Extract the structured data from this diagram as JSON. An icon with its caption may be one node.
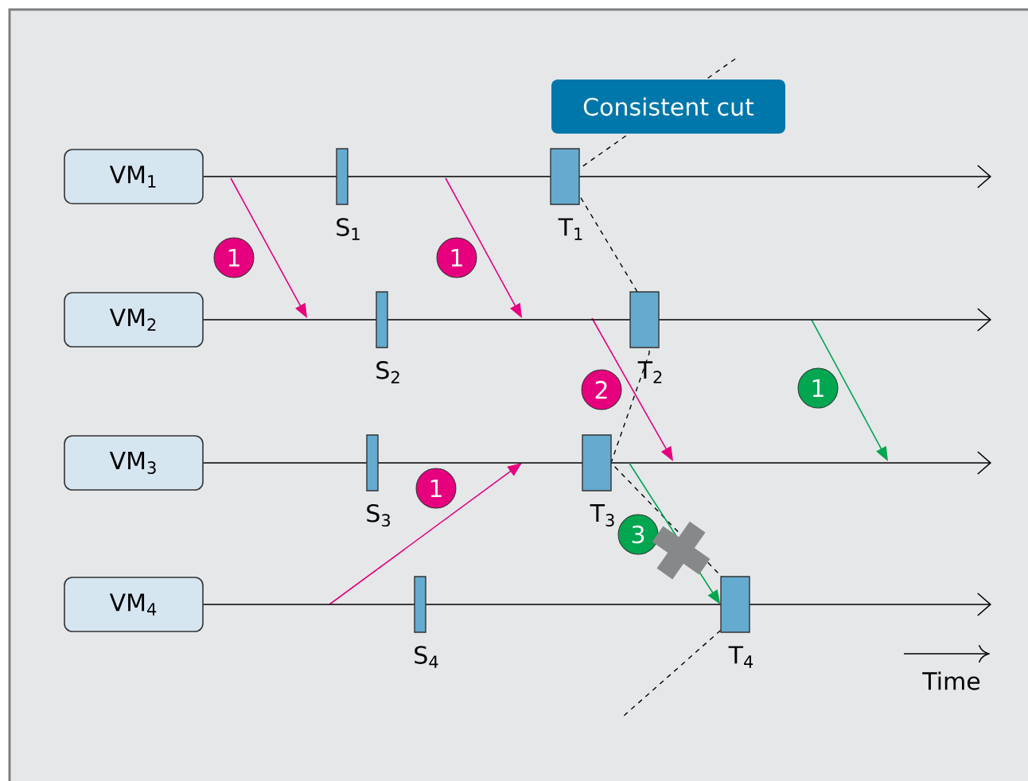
{
  "diagram": {
    "nodes": [
      {
        "text": [
          "Consistent cut"
        ]
      },
      {
        "text": [
          "VM$_{1}$"
        ]
      },
      {
        "text": [],
        "shape": "bar",
        "beside": [
          "S$_{1}$"
        ]
      },
      {
        "text": [],
        "shape": "bar",
        "beside": [
          "T$_{1}$"
        ]
      },
      {
        "text": [
          "1"
        ]
      },
      {
        "text": [
          "1"
        ]
      },
      {
        "text": [
          "VM$_{2}$"
        ]
      },
      {
        "text": [],
        "shape": "bar",
        "beside": [
          "S$_{2}$"
        ]
      },
      {
        "text": [],
        "shape": "bar",
        "beside": [
          "T$_{2}$"
        ]
      },
      {
        "text": [
          "2"
        ]
      },
      {
        "text": [
          "1"
        ]
      },
      {
        "text": [
          "VM$_{3}$"
        ]
      },
      {
        "text": [],
        "shape": "bar",
        "beside": [
          "S$_{3}$"
        ]
      },
      {
        "text": [
          "1"
        ]
      },
      {
        "text": [],
        "shape": "bar",
        "beside": [
          "T$_{3}$"
        ]
      },
      {
        "text": [
          "3"
        ]
      },
      {
        "text": [
          "VM$_{4}$"
        ]
      },
      {
        "text": [],
        "shape": "bar",
        "beside": [
          "S$_{4}$"
        ]
      },
      {
        "text": [],
        "shape": "bar",
        "beside": [
          "T$_{4}$"
        ]
      }
    ],
    "edges": [
      {
        "from": 1,
        "to": null,
        "arrow": "to"
      },
      {
        "from": 6,
        "to": null,
        "arrow": "to"
      },
      {
        "from": 11,
        "to": null,
        "arrow": "to"
      },
      {
        "from": 16,
        "to": null,
        "arrow": "to"
      },
      {
        "from": 14,
        "to": 18,
        "arrow": "to",
        "color": "#00a650"
      }
    ],
    "labels": [
      "Time"
    ]
  }
}
